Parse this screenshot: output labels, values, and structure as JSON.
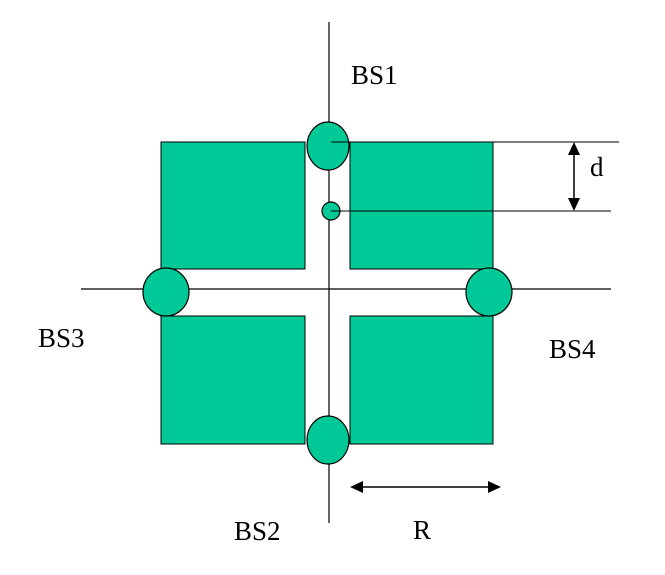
{
  "colors": {
    "block_fill": "#00c897",
    "line": "#000000",
    "background": "#ffffff"
  },
  "labels": {
    "bs1": "BS1",
    "bs2": "BS2",
    "bs3": "BS3",
    "bs4": "BS4",
    "d": "d",
    "r": "R"
  }
}
